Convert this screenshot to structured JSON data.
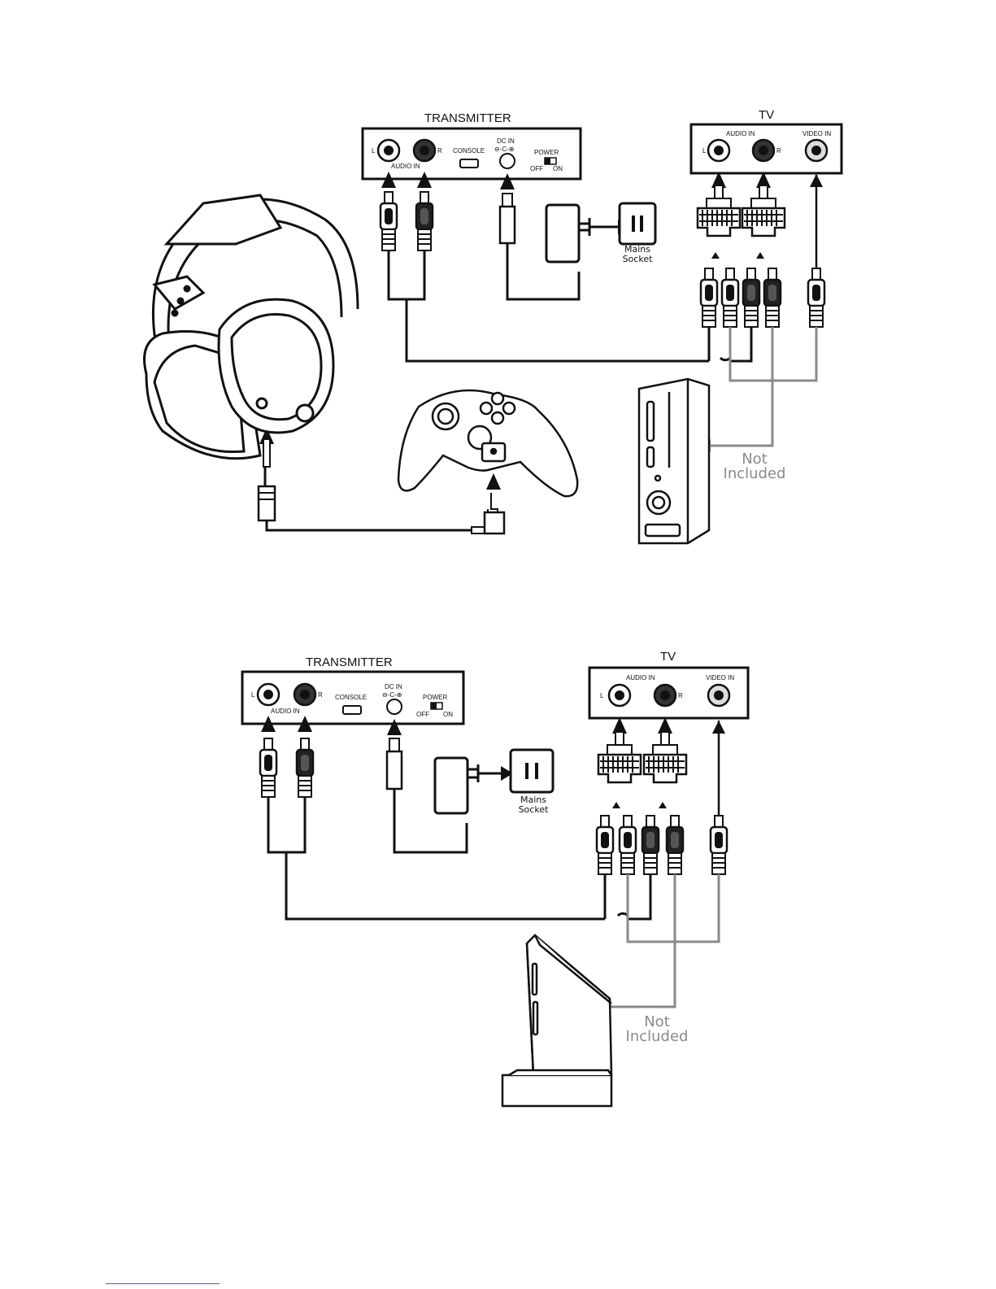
{
  "diagram_1": {
    "transmitter": {
      "title": "TRANSMITTER",
      "left_label": "L",
      "right_label": "R",
      "audio_in_label": "AUDIO IN",
      "console_label": "CONSOLE",
      "dc_in_label": "DC IN",
      "dc_polarity": "⊖-C-⊕",
      "power_label": "POWER",
      "off_label": "OFF",
      "on_label": "ON"
    },
    "tv": {
      "title": "TV",
      "audio_in_label": "AUDIO IN",
      "video_in_label": "VIDEO IN",
      "left_label": "L",
      "right_label": "R"
    },
    "socket": {
      "line1": "Mains",
      "line2": "Socket"
    },
    "not_included": {
      "line1": "Not",
      "line2": "Included"
    }
  },
  "diagram_2": {
    "transmitter": {
      "title": "TRANSMITTER",
      "left_label": "L",
      "right_label": "R",
      "audio_in_label": "AUDIO IN",
      "console_label": "CONSOLE",
      "dc_in_label": "DC IN",
      "dc_polarity": "⊖-C-⊕",
      "power_label": "POWER",
      "off_label": "OFF",
      "on_label": "ON"
    },
    "tv": {
      "title": "TV",
      "audio_in_label": "AUDIO IN",
      "video_in_label": "VIDEO IN",
      "left_label": "L",
      "right_label": "R"
    },
    "socket": {
      "line1": "Mains",
      "line2": "Socket"
    },
    "not_included": {
      "line1": "Not",
      "line2": "Included"
    }
  },
  "colors": {
    "line": "#111111",
    "grey_cable": "#8a8a8a",
    "footer_rule": "#5a55c8"
  }
}
